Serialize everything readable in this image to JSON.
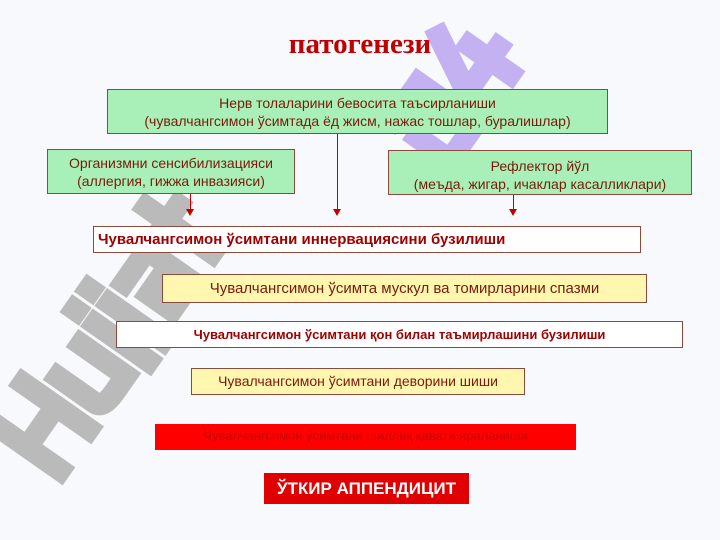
{
  "title": "патогенези",
  "causes": {
    "nerve": {
      "line1": "Нерв толаларини бевосита таъсирланиши",
      "line2": "(чувалчангсимон ўсимтада ёд жисм, нажас тошлар, буралишлар)"
    },
    "sensitization": {
      "line1": "Организмни сенсибилизацияси",
      "line2": "(аллергия, гижжа инвазияси)"
    },
    "reflex": {
      "line1": "Рефлектор йўл",
      "line2": "(меъда, жигар, ичаклар касалликлари)"
    }
  },
  "steps": [
    "Чувалчангсимон ўсимтани иннервациясини бузилиши",
    "Чувалчангсимон ўсимта мускул ва томирларини спазми",
    "Чувалчангсимон ўсимтани қон билан таъмирлашини бузилиши",
    "Чувалчангсимон ўсимтани деворини шиши",
    "Чувалчангсимон ўсимтани шиллиқ қавати яраланиши"
  ],
  "result": "ЎТКИР АППЕНДИЦИТ",
  "watermark": {
    "text1": "Hujjat",
    "text2": "24",
    "color1": "#b0b0b0",
    "color2": "#b8a0f0"
  }
}
